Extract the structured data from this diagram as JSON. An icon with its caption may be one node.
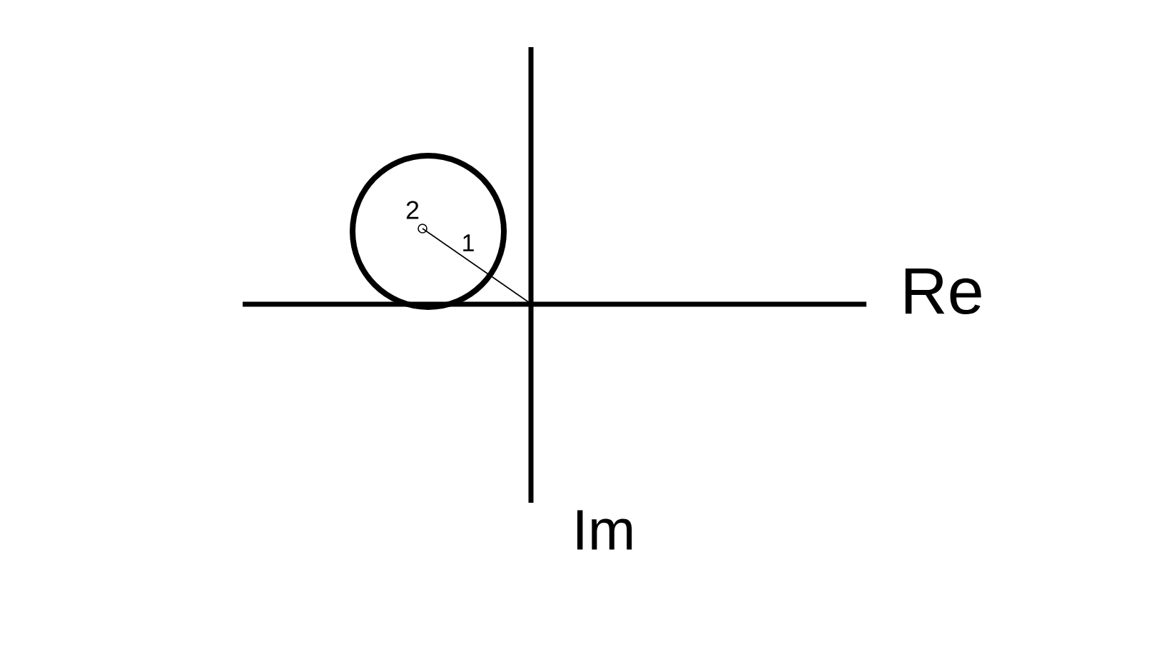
{
  "diagram": {
    "labels": [
      "2",
      "1",
      "Re",
      "Im"
    ]
  }
}
